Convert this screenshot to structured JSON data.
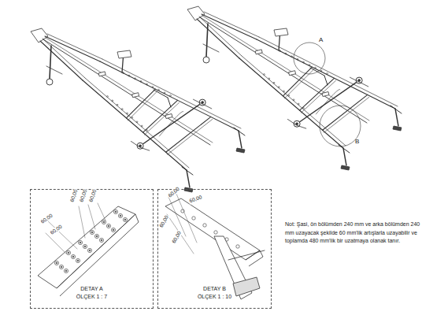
{
  "diagram": {
    "nodes": [
      {
        "text": [
          "DETAY A",
          "ÖLÇEK 1 : 7"
        ]
      },
      {
        "text": [
          "DETAY B",
          "ÖLÇEK 1 : 10"
        ]
      }
    ],
    "labels": [
      "A",
      "B",
      "60,00",
      "60,00",
      "60,00",
      "60,00",
      "60,00",
      "60,00",
      "60,00",
      "60,00",
      "60,00",
      "Not: Şasi, ön bölümden 240 mm ve arka bölümden 240 mm uzayacak şekilde 60 mm'lik artışlarla uzayabilir ve toplamda 480 mm'lik bir uzatmaya olanak tanır."
    ]
  }
}
